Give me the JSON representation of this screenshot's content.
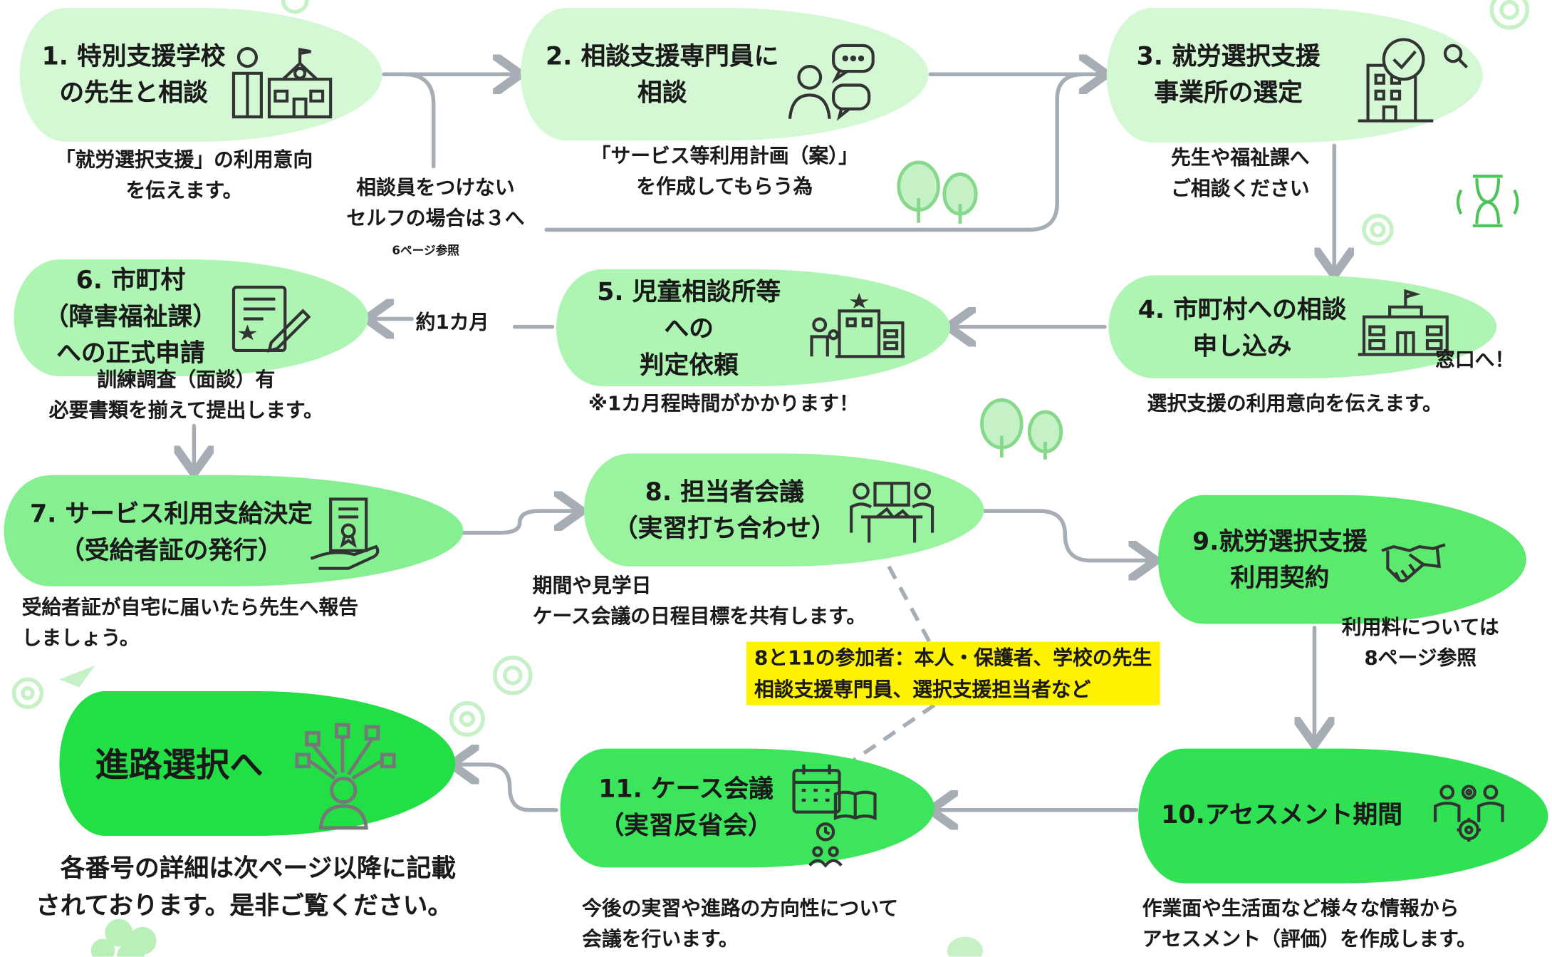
{
  "colors": {
    "light": "#d4f7d4",
    "mid": "#8ef29a",
    "strong": "#3fe360",
    "arrow": "#a6adb5",
    "highlight": "#fff200",
    "icon": "#333333"
  },
  "steps": [
    {
      "title": "1. 特別支援学校\nの先生と相談",
      "note": "「就労選択支援」の利用意向\nを伝えます。",
      "icon": "school-teacher-icon"
    },
    {
      "title": "2. 相談支援専門員に\n相談",
      "note": "「サービス等利用計画（案）」\nを作成してもらう為",
      "icon": "consultant-chat-icon"
    },
    {
      "title": "3. 就労選択支援\n事業所の選定",
      "note": "先生や福祉課へ\nご相談ください",
      "icon": "office-check-icon"
    },
    {
      "title": "4. 市町村への相談\n申し込み",
      "note": "選択支援の利用意向を伝えます。",
      "extra": "窓口へ！",
      "icon": "city-hall-icon"
    },
    {
      "title": "5. 児童相談所等\nへの\n判定依頼",
      "note": "※1カ月程時間がかかります！",
      "icon": "family-building-icon"
    },
    {
      "title": "6. 市町村\n（障害福祉課）\nへの正式申請",
      "note": "訓練調査（面談）有\n必要書類を揃えて提出します。",
      "icon": "document-pen-icon"
    },
    {
      "title": "7. サービス利用支給決定\n（受給者証の発行）",
      "note": "受給者証が自宅に届いたら先生へ報告\nしましょう。",
      "icon": "certificate-hand-icon"
    },
    {
      "title": "8. 担当者会議\n（実習打ち合わせ）",
      "note": "期間や見学日\nケース会議の日程目標を共有します。",
      "icon": "meeting-table-icon"
    },
    {
      "title": "9.就労選択支援\n利用契約",
      "note": "利用料については\n8ページ参照",
      "icon": "handshake-icon"
    },
    {
      "title": "10.アセスメント期間",
      "note": "作業面や生活面など様々な情報から\nアセスメント（評価）を作成します。",
      "icon": "team-gears-icon"
    },
    {
      "title": "11. ケース会議\n（実習反省会）",
      "note": "今後の実習や進路の方向性について\n会議を行います。",
      "icon": "calendar-book-icon"
    }
  ],
  "final": {
    "title": "進路選択へ",
    "icon": "choice-person-icon"
  },
  "self_route": {
    "label": "相談員をつけない\nセルフの場合は３へ",
    "ref": "6ページ参照"
  },
  "month_label": "約1カ月",
  "participants": "8と11の参加者：本人・保護者、学校の先生\n相談支援専門員、選択支援担当者など",
  "footer": "　各番号の詳細は次ページ以降に記載\nされております。是非ご覧ください。"
}
